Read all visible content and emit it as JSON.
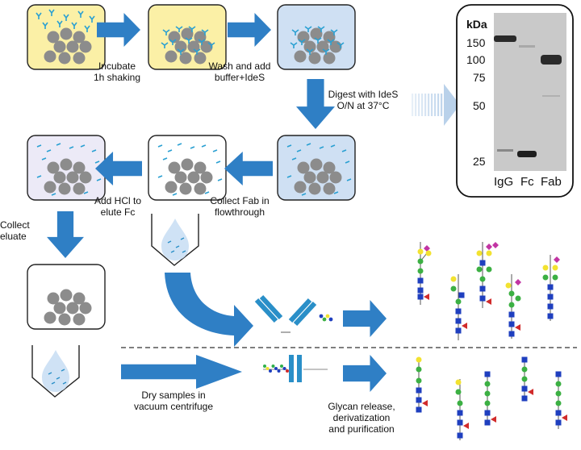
{
  "steps": {
    "incubate": [
      "Incubate",
      "1h shaking"
    ],
    "wash": [
      "Wash and add",
      "buffer+IdeS"
    ],
    "digest": [
      "Digest with IdeS",
      "O/N at 37°C"
    ],
    "collect_fab": [
      "Collect Fab in",
      "flowthrough"
    ],
    "add_hcl": [
      "Add HCl to",
      "elute Fc"
    ],
    "collect_eluate": [
      "Collect",
      "eluate"
    ],
    "dry": [
      "Dry samples in",
      "vacuum centrifuge"
    ],
    "release": [
      "Glycan release,",
      "derivatization",
      "and purification"
    ]
  },
  "gel": {
    "unit": "kDa",
    "markers": [
      "150",
      "100",
      "75",
      "50",
      "25"
    ],
    "lanes": [
      "IgG",
      "Fc",
      "Fab"
    ]
  },
  "colors": {
    "arrow": "#2f7fc5",
    "faded_arrow": "#c5d9ee",
    "tube_yellow": "#fbf0a6",
    "tube_blue": "#cfe0f3",
    "tube_lavender": "#eceaf7",
    "bead": "#8c8c8c",
    "hexnac": "#1f3fbf",
    "mannose": "#3cb043",
    "galactose": "#f2e230",
    "fucose": "#d12b2b",
    "sialic": "#c234a3"
  }
}
